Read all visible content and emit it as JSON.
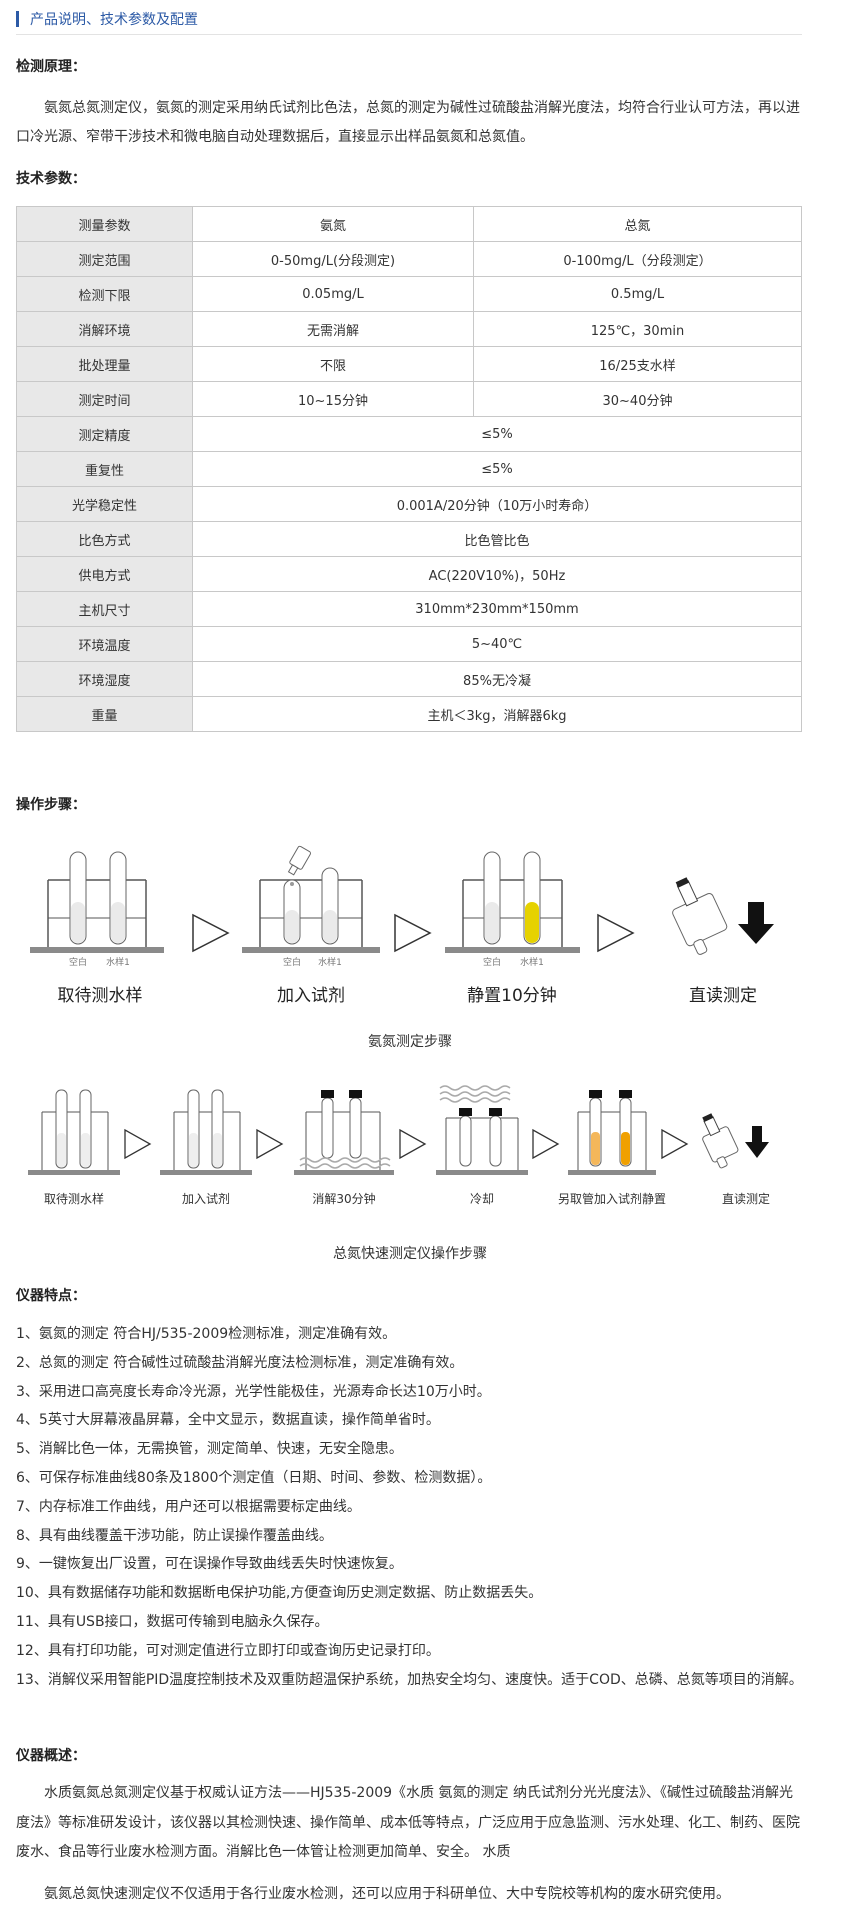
{
  "section_title": "产品说明、技术参数及配置",
  "principle": {
    "heading": "检测原理：",
    "text": "氨氮总氮测定仪，氨氮的测定采用纳氏试剂比色法，总氮的测定为碱性过硫酸盐消解光度法，均符合行业认可方法，再以进口冷光源、窄带干涉技术和微电脑自动处理数据后，直接显示出样品氨氮和总氮值。"
  },
  "tech": {
    "heading": "技术参数：",
    "split_rows": [
      {
        "label": "测量参数",
        "a": "氨氮",
        "b": "总氮"
      },
      {
        "label": "测定范围",
        "a": "0-50mg/L(分段测定)",
        "b": "0-100mg/L（分段测定）"
      },
      {
        "label": "检测下限",
        "a": "0.05mg/L",
        "b": "0.5mg/L"
      },
      {
        "label": "消解环境",
        "a": "无需消解",
        "b": "125℃，30min"
      },
      {
        "label": "批处理量",
        "a": "不限",
        "b": "16/25支水样"
      },
      {
        "label": "测定时间",
        "a": "10~15分钟",
        "b": "30~40分钟"
      }
    ],
    "merged_rows": [
      {
        "label": "测定精度",
        "value": "≤5%"
      },
      {
        "label": "重复性",
        "value": "≤5%"
      },
      {
        "label": "光学稳定性",
        "value": "0.001A/20分钟（10万小时寿命）"
      },
      {
        "label": "比色方式",
        "value": "比色管比色"
      },
      {
        "label": "供电方式",
        "value": "AC(220V10%)，50Hz"
      },
      {
        "label": "主机尺寸",
        "value": "310mm*230mm*150mm"
      },
      {
        "label": "环境温度",
        "value": "5~40℃"
      },
      {
        "label": "环境湿度",
        "value": "85%无冷凝"
      },
      {
        "label": "重量",
        "value": "主机＜3kg，消解器6kg"
      }
    ]
  },
  "operation": {
    "heading": "操作步骤：",
    "tube_labels": {
      "blank": "空白",
      "sample": "水样1"
    },
    "nh_steps": [
      "取待测水样",
      "加入试剂",
      "静置10分钟",
      "直读测定"
    ],
    "nh_caption": "氨氮测定步骤",
    "tn_steps": [
      "取待测水样",
      "加入试剂",
      "消解30分钟",
      "冷却",
      "另取管加入试剂静置",
      "直读测定"
    ],
    "tn_caption": "总氮快速测定仪操作步骤"
  },
  "features": {
    "heading": "仪器特点：",
    "items": [
      "1、氨氮的测定 符合HJ/535-2009检测标准，测定准确有效。",
      "2、总氮的测定 符合碱性过硫酸盐消解光度法检测标准，测定准确有效。",
      "3、采用进口高亮度长寿命冷光源，光学性能极佳，光源寿命长达10万小时。",
      "4、5英寸大屏幕液晶屏幕，全中文显示，数据直读，操作简单省时。",
      "5、消解比色一体，无需换管，测定简单、快速，无安全隐患。",
      "6、可保存标准曲线80条及1800个测定值（日期、时间、参数、检测数据）。",
      "7、内存标准工作曲线，用户还可以根据需要标定曲线。",
      "8、具有曲线覆盖干涉功能，防止误操作覆盖曲线。",
      "9、一键恢复出厂设置，可在误操作导致曲线丢失时快速恢复。",
      "10、具有数据储存功能和数据断电保护功能,方便查询历史测定数据、防止数据丢失。",
      "11、具有USB接口，数据可传输到电脑永久保存。",
      "12、具有打印功能，可对测定值进行立即打印或查询历史记录打印。",
      "13、消解仪采用智能PID温度控制技术及双重防超温保护系统，加热安全均匀、速度快。适于COD、总磷、总氮等项目的消解。"
    ]
  },
  "overview": {
    "heading": "仪器概述：",
    "p1": "水质氨氮总氮测定仪基于权威认证方法——HJ535-2009《水质 氨氮的测定 纳氏试剂分光光度法》、《碱性过硫酸盐消解光度法》等标准研发设计，该仪器以其检测快速、操作简单、成本低等特点，广泛应用于应急监测、污水处理、化工、制药、医院废水、食品等行业废水检测方面。消解比色一体管让检测更加简单、安全。 水质",
    "p2": "氨氮总氮快速测定仪不仅适用于各行业废水检测，还可以应用于科研单位、大中专院校等机构的废水研究使用。"
  }
}
